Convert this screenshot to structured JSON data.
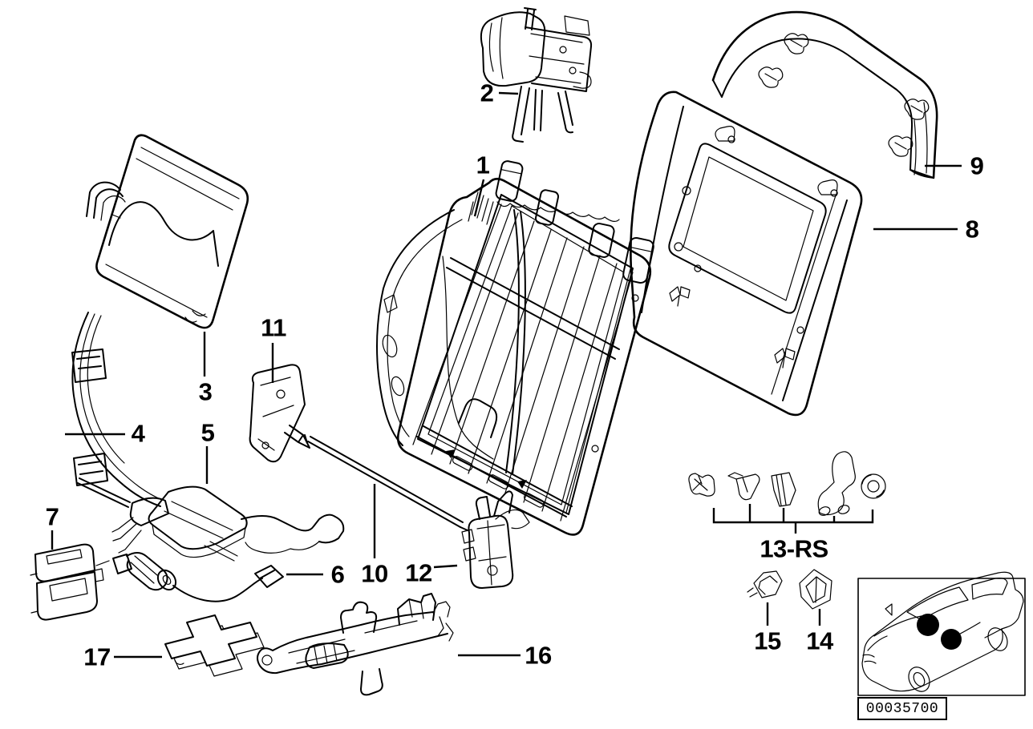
{
  "callouts": {
    "c1": "1",
    "c2": "2",
    "c3": "3",
    "c4": "4",
    "c5": "5",
    "c6": "6",
    "c7": "7",
    "c8": "8",
    "c9": "9",
    "c10": "10",
    "c11": "11",
    "c12": "12",
    "c13rs": "13-RS",
    "c14": "14",
    "c15": "15",
    "c16": "16",
    "c17": "17"
  },
  "footer": {
    "diagram_code": "00035700"
  },
  "colors": {
    "ink": "#000000",
    "paper": "#ffffff"
  }
}
